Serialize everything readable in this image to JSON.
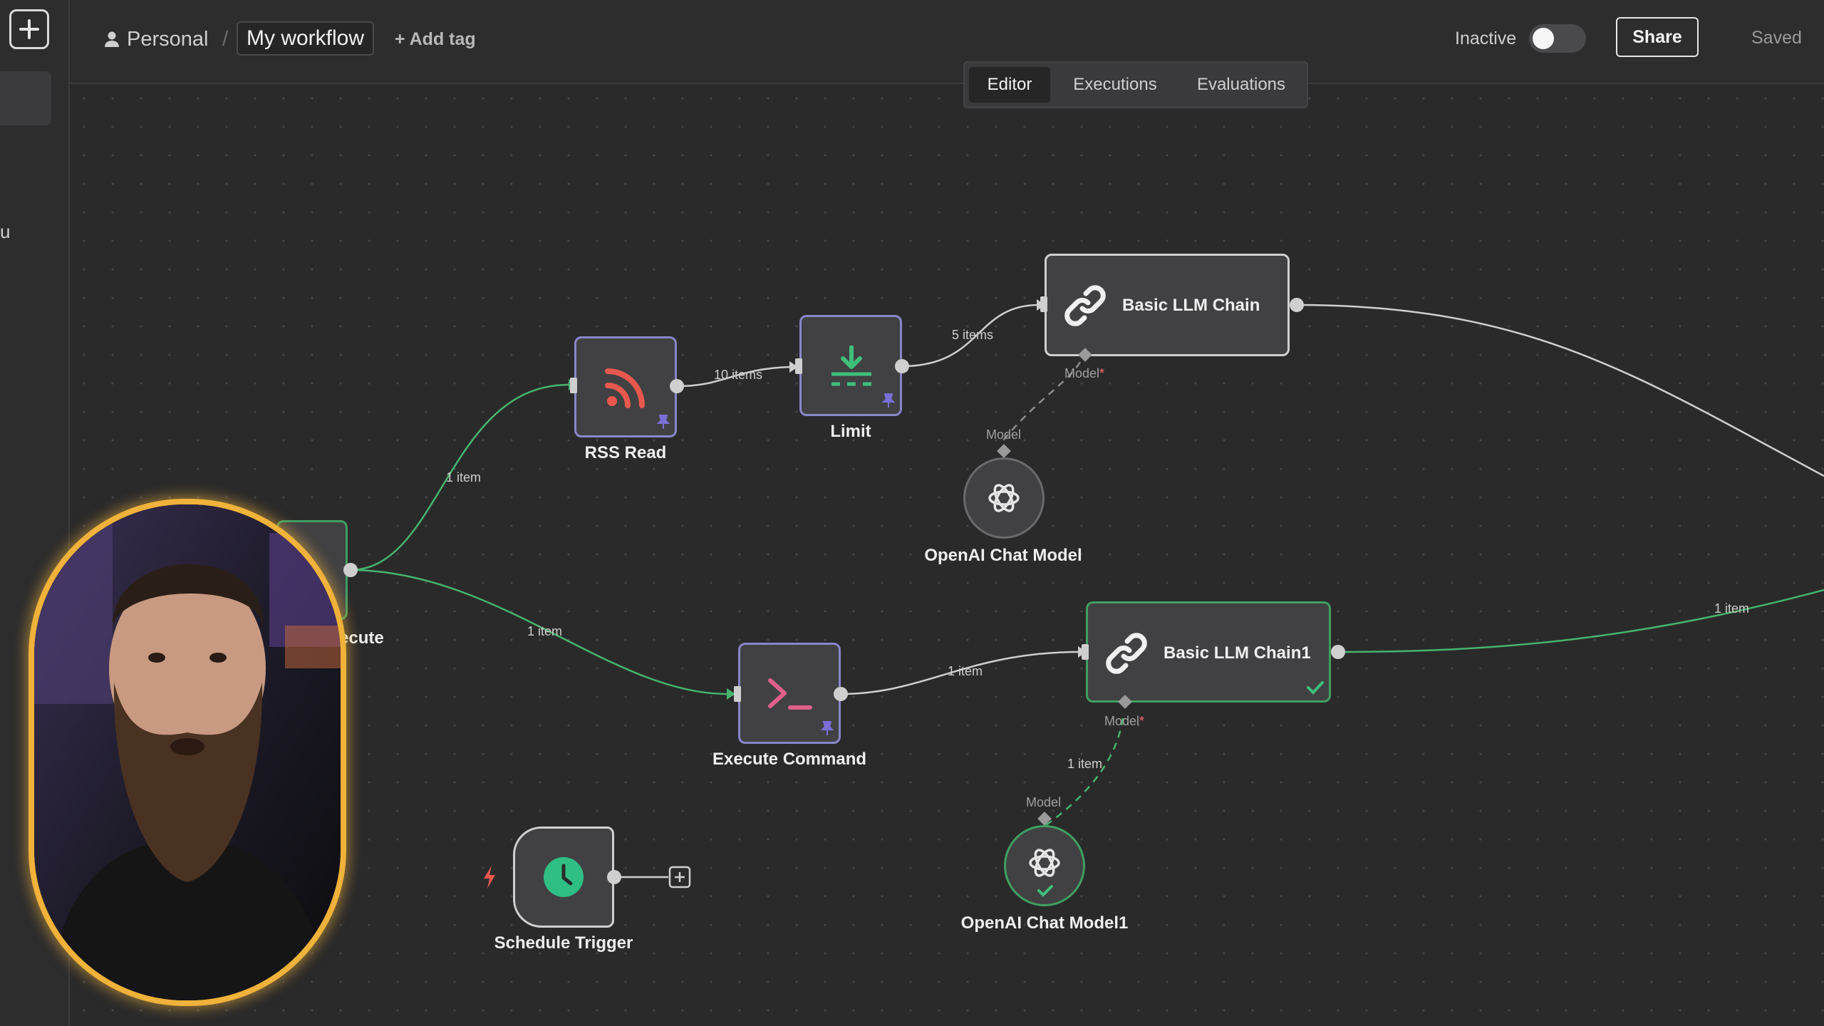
{
  "header": {
    "project": "Personal",
    "workflow_name": "My workflow",
    "add_tag": "+ Add tag",
    "status_label": "Inactive",
    "share": "Share",
    "saved": "Saved"
  },
  "tabs": [
    {
      "label": "Editor",
      "active": true
    },
    {
      "label": "Executions",
      "active": false
    },
    {
      "label": "Evaluations",
      "active": false
    }
  ],
  "sidebar": {
    "partial_label": "u"
  },
  "nodes": {
    "rss": {
      "label": "RSS Read",
      "icon": "rss-icon",
      "color": "#e8584d"
    },
    "limit": {
      "label": "Limit",
      "icon": "limit-icon",
      "color": "#3fbf7a"
    },
    "llm1": {
      "label": "Basic LLM Chain",
      "icon": "link-icon"
    },
    "llm2": {
      "label": "Basic LLM Chain1",
      "icon": "link-icon"
    },
    "openai1": {
      "label": "OpenAI Chat Model",
      "icon": "openai-icon"
    },
    "openai2": {
      "label": "OpenAI Chat Model1",
      "icon": "openai-icon"
    },
    "exec": {
      "label": "Execute Command",
      "icon": "terminal-icon",
      "color": "#e0608a"
    },
    "schedule": {
      "label": "Schedule Trigger",
      "icon": "clock-icon",
      "color": "#2fbf84"
    },
    "partial": {
      "label": "ecute"
    }
  },
  "edges": {
    "to_rss": "1 item",
    "rss_to_limit": "10 items",
    "limit_to_llm": "5 items",
    "to_exec": "1 item",
    "exec_to_llm2": "1 item",
    "llm2_out": "1 item",
    "model2_conn": "1 item"
  },
  "ports": {
    "model": "Model",
    "required_mark": "*"
  },
  "colors": {
    "accent_purple": "#8a86c9",
    "success_green": "#3f9f62",
    "webcam_border": "#f0b23a"
  }
}
